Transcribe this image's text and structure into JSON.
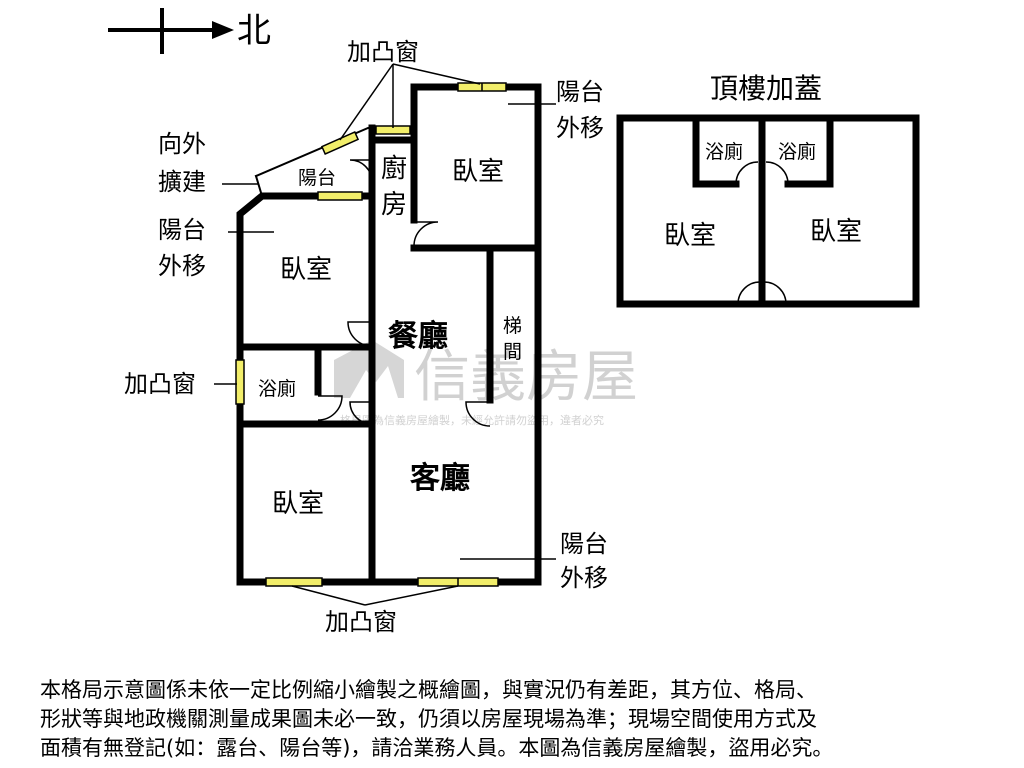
{
  "compass": {
    "north_label": "北"
  },
  "main_plan": {
    "rooms": {
      "bedroom_top": "臥室",
      "bedroom_mid": "臥室",
      "bedroom_bottom": "臥室",
      "kitchen_chars": [
        "廚",
        "房"
      ],
      "dining": "餐廳",
      "living": "客廳",
      "bathroom": "浴廁",
      "stair_chars": [
        "梯",
        "間"
      ],
      "balcony": "陽台"
    },
    "notes": {
      "bay_window_top": "加凸窗",
      "bay_window_left": "加凸窗",
      "bay_window_bottom": "加凸窗",
      "outward_extension": [
        "向外",
        "擴建"
      ],
      "balcony_moved_top": [
        "陽台",
        "外移"
      ],
      "balcony_moved_left": [
        "陽台",
        "外移"
      ],
      "balcony_moved_bottom": [
        "陽台",
        "外移"
      ]
    }
  },
  "roof_plan": {
    "title": "頂樓加蓋",
    "bathroom_left": "浴廁",
    "bathroom_right": "浴廁",
    "bedroom_left": "臥室",
    "bedroom_right": "臥室"
  },
  "watermark": {
    "brand": "信義房屋",
    "sub": "格局圖為信義房屋繪製，未經允許請勿盜用，違者必究"
  },
  "disclaimer": [
    "本格局示意圖係未依一定比例縮小繪製之概繪圖，與實況仍有差距，其方位、格局、",
    "形狀等與地政機關測量成果圖未必一致，仍須以房屋現場為準；現場空間使用方式及",
    "面積有無登記(如：露台、陽台等)，請洽業務人員。本圖為信義房屋繪製，盜用必究。"
  ]
}
